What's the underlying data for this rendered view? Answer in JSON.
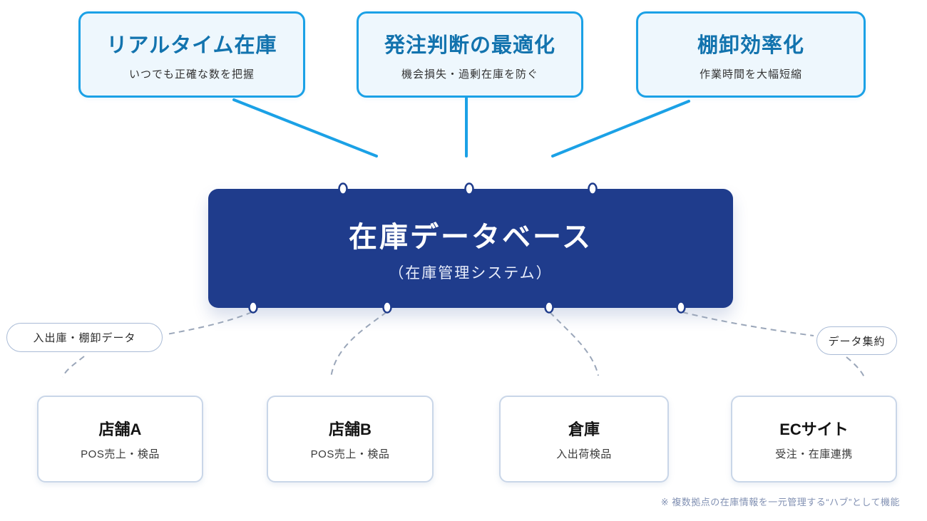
{
  "benefits": [
    {
      "title": "リアルタイム在庫",
      "subtitle": "いつでも正確な数を把握"
    },
    {
      "title": "発注判断の最適化",
      "subtitle": "機会損失・過剰在庫を防ぐ"
    },
    {
      "title": "棚卸効率化",
      "subtitle": "作業時間を大幅短縮"
    }
  ],
  "hub": {
    "title": "在庫データベース",
    "subtitle": "（在庫管理システム）"
  },
  "flow_labels": {
    "left": "入出庫・棚卸データ",
    "right": "データ集約"
  },
  "sources": [
    {
      "title": "店舗A",
      "subtitle": "POS売上・検品"
    },
    {
      "title": "店舗B",
      "subtitle": "POS売上・検品"
    },
    {
      "title": "倉庫",
      "subtitle": "入出荷検品"
    },
    {
      "title": "ECサイト",
      "subtitle": "受注・在庫連携"
    }
  ],
  "footnote": "※ 複数拠点の在庫情報を一元管理する“ハブ”として機能",
  "colors": {
    "accent_cyan": "#1ba1e6",
    "benefit_title": "#1273ae",
    "benefit_bg": "#eef7fd",
    "hub_bg": "#1f3c8c",
    "dashed_line": "#9aa6b9",
    "card_border": "#c9d6e8",
    "pill_border": "#a9bbd6",
    "note_text": "#8291b3"
  }
}
